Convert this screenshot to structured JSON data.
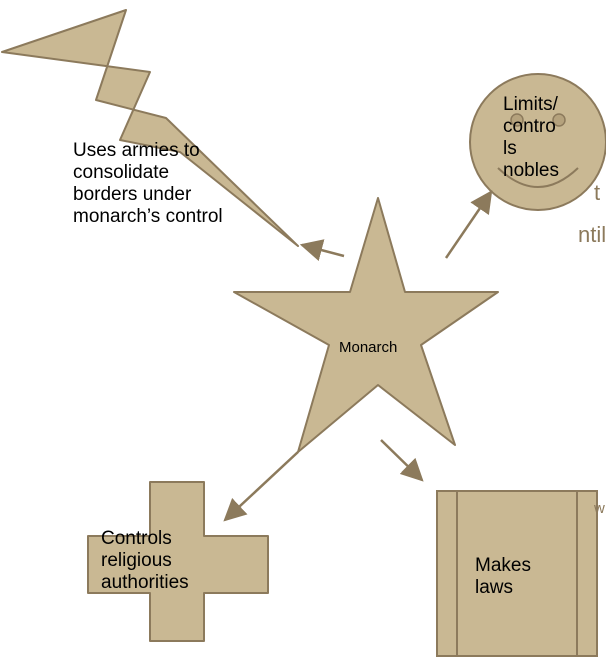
{
  "center": {
    "label": "Monarch"
  },
  "nodes": {
    "armies": {
      "lines": [
        "Uses armies to",
        "consolidate",
        "borders under",
        "monarch’s control"
      ]
    },
    "nobles": {
      "lines": [
        "Limits/",
        "contro",
        "ls",
        "nobles"
      ]
    },
    "religion": {
      "lines": [
        "Controls",
        "religious",
        "authorities"
      ]
    },
    "laws": {
      "lines": [
        "Makes",
        "laws"
      ]
    }
  },
  "background_fragments": {
    "a": "t",
    "b": "ntil",
    "c": "w"
  },
  "colors": {
    "shape_fill": "#c9b893",
    "shape_stroke": "#8c7a5c",
    "arrow": "#8c7a5c",
    "text": "#000000"
  }
}
